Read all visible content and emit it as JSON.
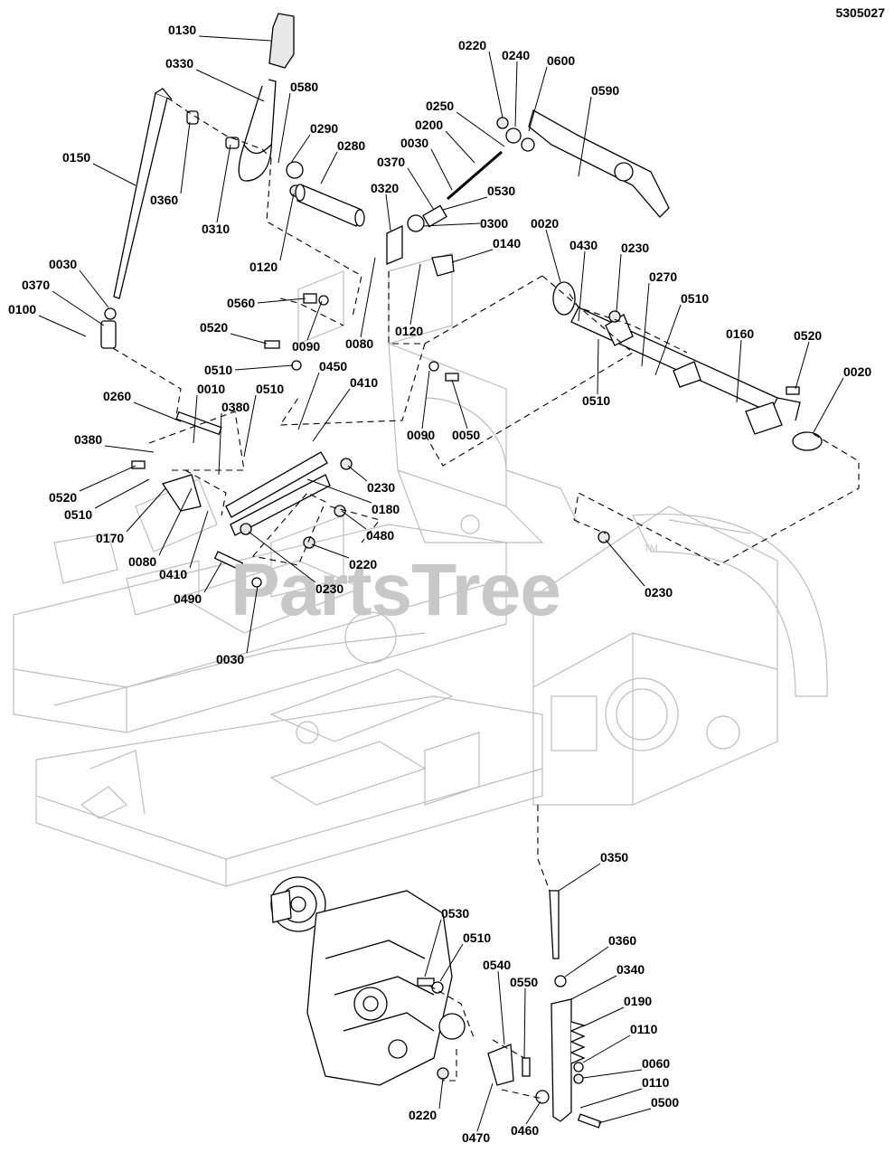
{
  "document_number": "5305027",
  "watermark": "PartsTree",
  "watermark_tm": "TM",
  "labels": [
    {
      "id": "p0130",
      "text": "0130"
    },
    {
      "id": "p0330",
      "text": "0330"
    },
    {
      "id": "p0150",
      "text": "0150"
    },
    {
      "id": "p0360a",
      "text": "0360"
    },
    {
      "id": "p0310",
      "text": "0310"
    },
    {
      "id": "p0580",
      "text": "0580"
    },
    {
      "id": "p0290",
      "text": "0290"
    },
    {
      "id": "p0280",
      "text": "0280"
    },
    {
      "id": "p0120a",
      "text": "0120"
    },
    {
      "id": "p0220a",
      "text": "0220"
    },
    {
      "id": "p0240",
      "text": "0240"
    },
    {
      "id": "p0600",
      "text": "0600"
    },
    {
      "id": "p0590",
      "text": "0590"
    },
    {
      "id": "p0250",
      "text": "0250"
    },
    {
      "id": "p0200",
      "text": "0200"
    },
    {
      "id": "p0030a",
      "text": "0030"
    },
    {
      "id": "p0370a",
      "text": "0370"
    },
    {
      "id": "p0320",
      "text": "0320"
    },
    {
      "id": "p0530a",
      "text": "0530"
    },
    {
      "id": "p0300",
      "text": "0300"
    },
    {
      "id": "p0140",
      "text": "0140"
    },
    {
      "id": "p0020a",
      "text": "0020"
    },
    {
      "id": "p0430",
      "text": "0430"
    },
    {
      "id": "p0230a",
      "text": "0230"
    },
    {
      "id": "p0270",
      "text": "0270"
    },
    {
      "id": "p0510a",
      "text": "0510"
    },
    {
      "id": "p0160",
      "text": "0160"
    },
    {
      "id": "p0520a",
      "text": "0520"
    },
    {
      "id": "p0020b",
      "text": "0020"
    },
    {
      "id": "p0030b",
      "text": "0030"
    },
    {
      "id": "p0370b",
      "text": "0370"
    },
    {
      "id": "p0100",
      "text": "0100"
    },
    {
      "id": "p0560",
      "text": "0560"
    },
    {
      "id": "p0090a",
      "text": "0090"
    },
    {
      "id": "p0080a",
      "text": "0080"
    },
    {
      "id": "p0120b",
      "text": "0120"
    },
    {
      "id": "p0520b",
      "text": "0520"
    },
    {
      "id": "p0510b",
      "text": "0510"
    },
    {
      "id": "p0450",
      "text": "0450"
    },
    {
      "id": "p0410a",
      "text": "0410"
    },
    {
      "id": "p0510c",
      "text": "0510"
    },
    {
      "id": "p0090b",
      "text": "0090"
    },
    {
      "id": "p0050",
      "text": "0050"
    },
    {
      "id": "p0260",
      "text": "0260"
    },
    {
      "id": "p0010",
      "text": "0010"
    },
    {
      "id": "p0380a",
      "text": "0380"
    },
    {
      "id": "p0510d",
      "text": "0510"
    },
    {
      "id": "p0380b",
      "text": "0380"
    },
    {
      "id": "p0230b",
      "text": "0230"
    },
    {
      "id": "p0180",
      "text": "0180"
    },
    {
      "id": "p0520c",
      "text": "0520"
    },
    {
      "id": "p0510e",
      "text": "0510"
    },
    {
      "id": "p0170",
      "text": "0170"
    },
    {
      "id": "p0480",
      "text": "0480"
    },
    {
      "id": "p0220b",
      "text": "0220"
    },
    {
      "id": "p0080b",
      "text": "0080"
    },
    {
      "id": "p0410b",
      "text": "0410"
    },
    {
      "id": "p0230c",
      "text": "0230"
    },
    {
      "id": "p0490",
      "text": "0490"
    },
    {
      "id": "p0230d",
      "text": "0230"
    },
    {
      "id": "p0030c",
      "text": "0030"
    },
    {
      "id": "p0350",
      "text": "0350"
    },
    {
      "id": "p0530b",
      "text": "0530"
    },
    {
      "id": "p0510f",
      "text": "0510"
    },
    {
      "id": "p0360b",
      "text": "0360"
    },
    {
      "id": "p0540",
      "text": "0540"
    },
    {
      "id": "p0340",
      "text": "0340"
    },
    {
      "id": "p0550",
      "text": "0550"
    },
    {
      "id": "p0190",
      "text": "0190"
    },
    {
      "id": "p0110a",
      "text": "0110"
    },
    {
      "id": "p0060",
      "text": "0060"
    },
    {
      "id": "p0110b",
      "text": "0110"
    },
    {
      "id": "p0500",
      "text": "0500"
    },
    {
      "id": "p0220c",
      "text": "0220"
    },
    {
      "id": "p0470",
      "text": "0470"
    },
    {
      "id": "p0460",
      "text": "0460"
    }
  ]
}
